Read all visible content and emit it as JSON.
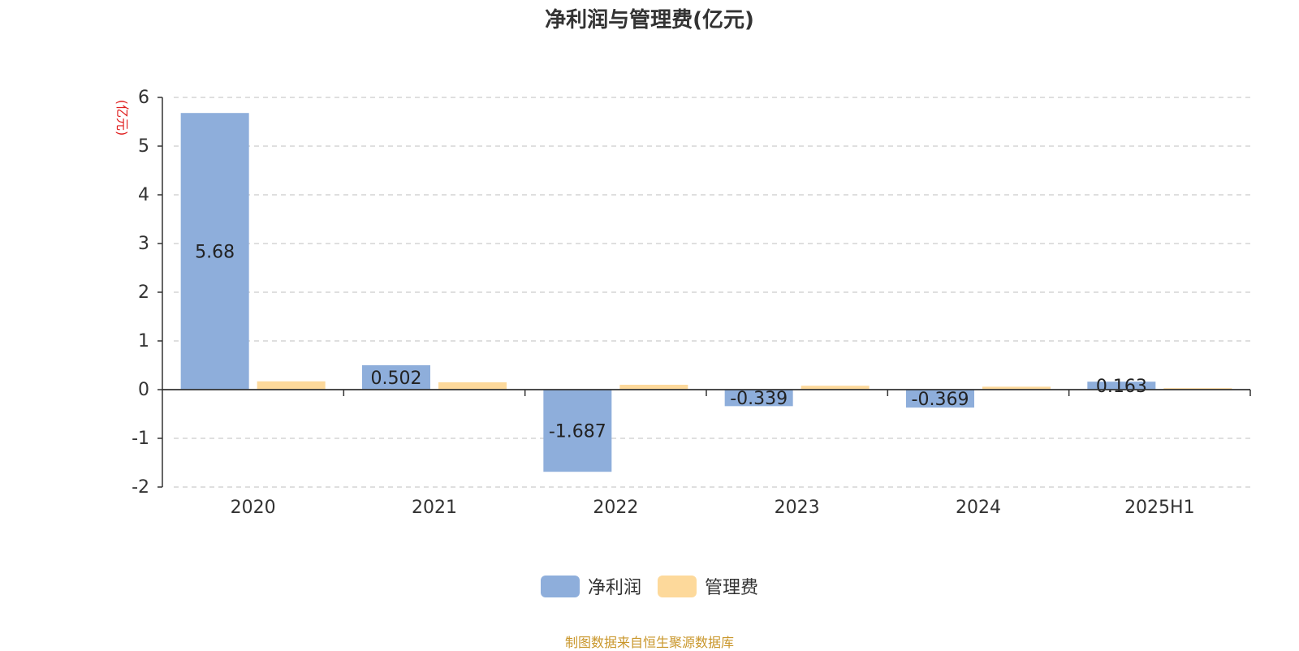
{
  "chart_data": {
    "type": "bar",
    "title": "净利润与管理费(亿元)",
    "ylabel": "(亿元)",
    "categories": [
      "2020",
      "2021",
      "2022",
      "2023",
      "2024",
      "2025H1"
    ],
    "series": [
      {
        "name": "净利润",
        "values": [
          5.68,
          0.502,
          -1.687,
          -0.339,
          -0.369,
          0.163
        ],
        "color": "#8eaedb",
        "labels": [
          "5.68",
          "0.502",
          "-1.687",
          "-0.339",
          "-0.369",
          "0.163"
        ]
      },
      {
        "name": "管理费",
        "values": [
          0.17,
          0.15,
          0.1,
          0.08,
          0.06,
          0.03
        ],
        "color": "#fdd99b"
      }
    ],
    "ylim": [
      -2,
      6
    ],
    "yticks": [
      "-2",
      "-1",
      "0",
      "1",
      "2",
      "3",
      "4",
      "5",
      "6"
    ],
    "grid": true,
    "legend_position": "bottom-center"
  },
  "ylabel_color": "#e02020",
  "source": "制图数据来自恒生聚源数据库"
}
